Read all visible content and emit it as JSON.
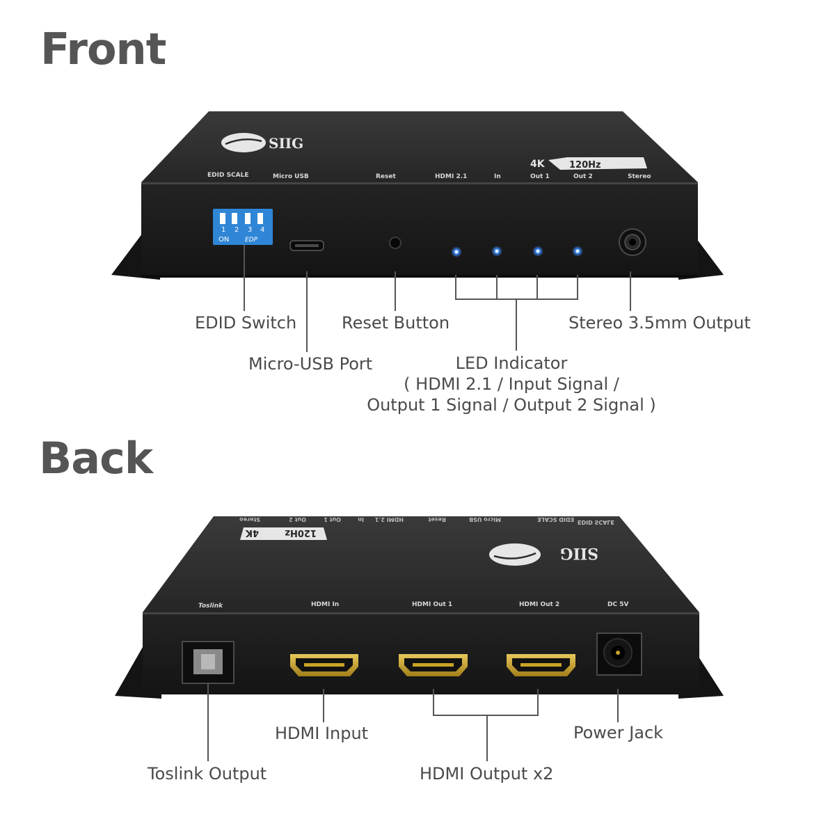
{
  "sections": {
    "front": {
      "title": "Front"
    },
    "back": {
      "title": "Back"
    }
  },
  "front_device": {
    "brand": "SIIG",
    "badge_4k": "4K",
    "badge_rate": "120Hz",
    "labels": {
      "edid": "EDID SCALE",
      "micro_usb": "Micro USB",
      "reset": "Reset",
      "hdmi21": "HDMI 2.1",
      "in": "In",
      "out1": "Out 1",
      "out2": "Out 2",
      "stereo": "Stereo"
    },
    "dip": {
      "numbers": [
        "1",
        "2",
        "3",
        "4"
      ],
      "on_label": "ON",
      "maker": "EDP"
    }
  },
  "back_device": {
    "brand": "SIIG",
    "badge_4k": "4K",
    "badge_rate": "120Hz",
    "labels": {
      "toslink": "Toslink",
      "hdmi_in": "HDMI In",
      "hdmi_out1": "HDMI Out 1",
      "hdmi_out2": "HDMI Out 2",
      "dc": "DC 5V"
    },
    "top_mirror_labels": [
      "EDID SCALE",
      "Micro USB",
      "Reset",
      "HDMI 2.1",
      "In",
      "Out 1",
      "Out 2",
      "Stereo"
    ]
  },
  "callouts": {
    "front": {
      "edid_switch": "EDID Switch",
      "micro_usb_port": "Micro-USB Port",
      "reset_button": "Reset Button",
      "stereo_output": "Stereo 3.5mm Output",
      "led_line1": "LED Indicator",
      "led_line2": "( HDMI 2.1 / Input Signal /",
      "led_line3": "Output 1 Signal / Output 2 Signal )"
    },
    "back": {
      "toslink_output": "Toslink Output",
      "hdmi_input": "HDMI Input",
      "hdmi_output": "HDMI Output x2",
      "power_jack": "Power Jack"
    }
  },
  "colors": {
    "heading": "#555555",
    "text": "#4a4a4a",
    "device_body": "#1c1c1c",
    "device_top": "#2c2c2c",
    "dip_switch": "#2f86d6",
    "led": "#3d8bff",
    "hdmi_gold": "#c9a227"
  }
}
